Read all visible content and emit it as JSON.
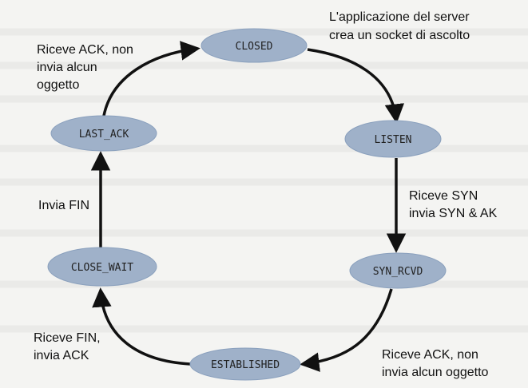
{
  "states": {
    "closed": "CLOSED",
    "listen": "LISTEN",
    "syn_rcvd": "SYN_RCVD",
    "established": "ESTABLISHED",
    "close_wait": "CLOSE_WAIT",
    "last_ack": "LAST_ACK"
  },
  "annotations": {
    "server_socket": [
      "L'applicazione del server",
      "crea un socket di ascolto"
    ],
    "syn_received": [
      "Riceve SYN",
      "invia SYN & AK"
    ],
    "ack_established": [
      "Riceve ACK, non",
      "invia alcun oggetto"
    ],
    "fin_received": [
      "Riceve FIN,",
      "invia ACK"
    ],
    "send_fin": [
      "Invia FIN"
    ],
    "ack_closed": [
      "Riceve ACK, non",
      "invia alcun",
      "oggetto"
    ]
  },
  "colors": {
    "state_fill": "#9fb1c9",
    "arrow": "#111111",
    "text": "#111111"
  }
}
